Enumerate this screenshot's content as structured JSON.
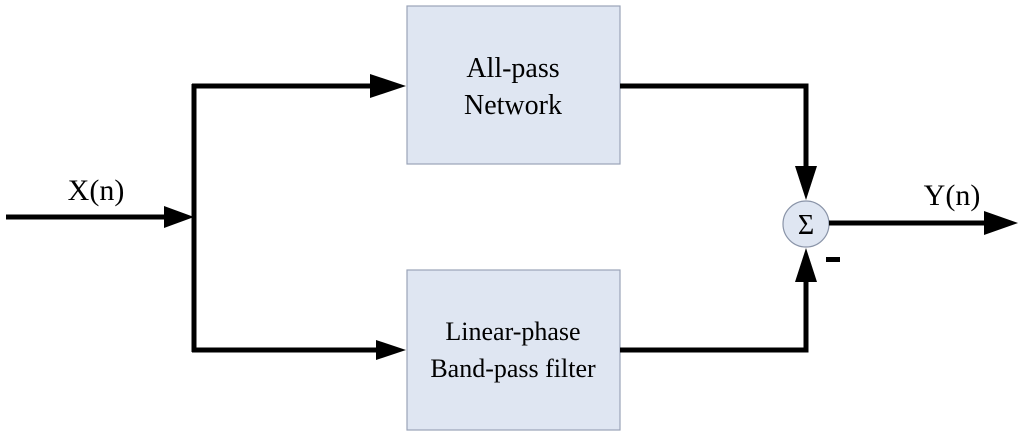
{
  "input_signal": "X(n)",
  "output_signal": "Y(n)",
  "blocks": {
    "allpass": {
      "line1": "All-pass",
      "line2": "Network"
    },
    "bandpass": {
      "line1": "Linear-phase",
      "line2": "Band-pass filter"
    }
  },
  "summing_junction": {
    "symbol": "Σ",
    "minus_sign": "-"
  }
}
